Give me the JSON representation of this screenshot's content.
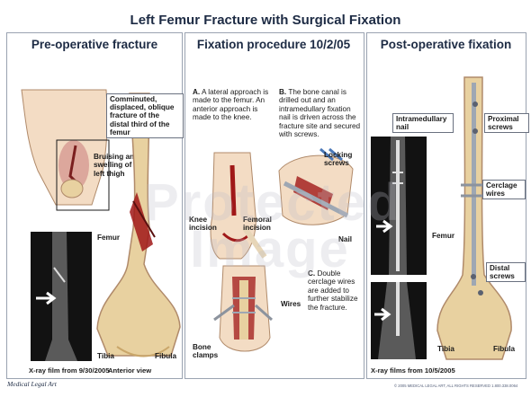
{
  "title": "Left Femur Fracture with Surgical Fixation",
  "panels": {
    "pre": {
      "title": "Pre-operative fracture",
      "callout_fracture": "Comminuted, displaced, oblique fracture of the distal third of the femur",
      "label_bruising": "Bruising and swelling of the left thigh",
      "label_femur": "Femur",
      "label_tibia": "Tibia",
      "label_fibula": "Fibula",
      "caption_xray": "X-ray film from 9/30/2005",
      "caption_view": "Anterior view"
    },
    "procedure": {
      "title": "Fixation procedure 10/2/05",
      "step_a_letter": "A.",
      "step_a_text": "A lateral approach is made to the femur. An anterior approach is made to the knee.",
      "step_b_letter": "B.",
      "step_b_text": "The bone canal is drilled out and an intramedullary fixation nail is driven across the fracture site and secured with screws.",
      "step_c_letter": "C.",
      "step_c_text": "Double cerclage wires are added to further stabilize the fracture.",
      "label_knee_incision": "Knee incision",
      "label_femoral_incision": "Femoral incision",
      "label_locking_screws": "Locking screws",
      "label_nail": "Nail",
      "label_wires": "Wires",
      "label_bone_clamps": "Bone clamps"
    },
    "post": {
      "title": "Post-operative fixation",
      "label_intramedullary_nail": "Intramedullary nail",
      "label_proximal_screws": "Proximal screws",
      "label_cerclage_wires": "Cerclage wires",
      "label_femur": "Femur",
      "label_distal_screws": "Distal screws",
      "label_tibia": "Tibia",
      "label_fibula": "Fibula",
      "caption_xray": "X-ray films from 10/5/2005"
    }
  },
  "watermark": "Protected Image",
  "footer": {
    "logo": "Medical Legal Art",
    "small": "© 2005 MEDICAL LEGAL ART, ALL RIGHTS RESERVED 1.800.338.0064"
  },
  "colors": {
    "bone": "#e8d1a0",
    "bone_shade": "#c9a66a",
    "skin": "#f3dcc4",
    "blood": "#a01818",
    "metal": "#9ea7b3",
    "title": "#1d2b44"
  }
}
